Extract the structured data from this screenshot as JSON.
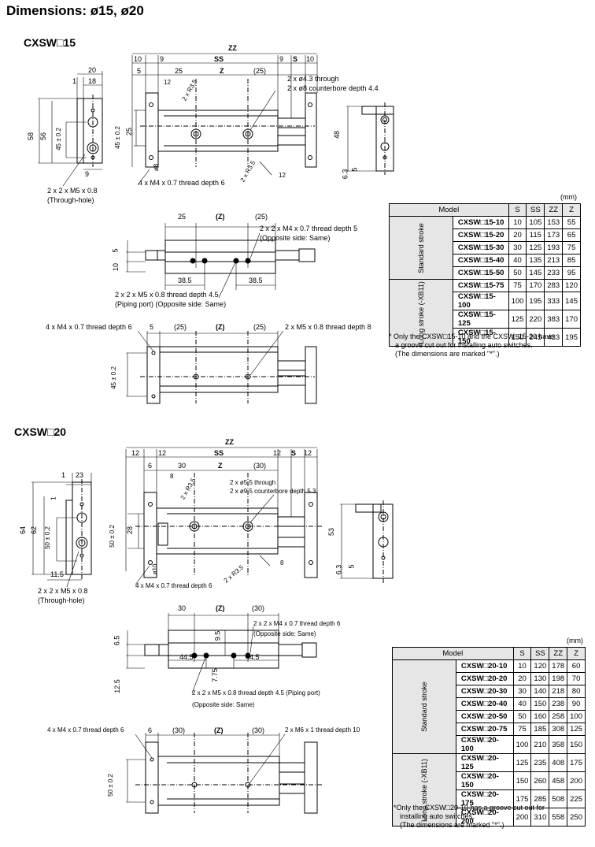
{
  "title": "Dimensions: ø15, ø20",
  "s15": {
    "heading": "CXSW□15",
    "top_labels": {
      "zz": "ZZ",
      "ss": "SS",
      "z": "Z",
      "s": "S",
      "d10a": "10",
      "d9a": "9",
      "d9b": "9",
      "d10b": "10",
      "d5": "5",
      "d25": "25",
      "d25p": "(25)",
      "d12a": "12",
      "d12b": "12",
      "d20": "20",
      "d1": "1",
      "d18": "18"
    },
    "side_labels": {
      "d58": "58",
      "d56": "56",
      "d45": "45 ± 0.2",
      "d45b": "45 ± 0.2",
      "d25v": "25",
      "d9": "9",
      "d48": "48",
      "d63": "6.3",
      "d5": "5",
      "d8": "ø8",
      "r35a": "2 x R3.5",
      "r35b": "2 x R3.5"
    },
    "callouts": {
      "through_hole": "2 x ø4.3 through",
      "counterbore": "2 x ø8 counterbore depth 4.4",
      "m4": "4 x M4 x 0.7 thread depth 6",
      "m5": "2 x 2 x M5 x 0.8",
      "m5b": "(Through-hole)",
      "mid_m4": "2 x 2 x M4 x 0.7 thread depth 5",
      "mid_m4b": "(Opposite side: Same)",
      "mid_m5": "2 x 2 x M5 x 0.8 thread depth 4.5",
      "mid_m5b": "(Piping port) (Opposite side: Same)",
      "bot_m4": "4 x M4 x 0.7 thread depth 6",
      "bot_m5": "2 x M5 x 0.8 thread depth 8"
    },
    "mid_labels": {
      "d25": "25",
      "z": "(Z)",
      "d25p": "(25)",
      "d5": "5",
      "d10": "10",
      "d385a": "38.5",
      "d385b": "38.5"
    },
    "bot_labels": {
      "d5": "5",
      "d25p": "(25)",
      "z": "(Z)",
      "d25pb": "(25)",
      "d45": "45 ± 0.2"
    },
    "unit": "(mm)",
    "table": {
      "headers": [
        "Model",
        "S",
        "SS",
        "ZZ",
        "Z"
      ],
      "group_standard": "Standard stroke",
      "group_long": "Long stroke (-XB11)",
      "standard_rows": [
        [
          "CXSW□15-10",
          "10",
          "105",
          "153",
          "55"
        ],
        [
          "CXSW□15-20",
          "20",
          "115",
          "173",
          "65"
        ],
        [
          "CXSW□15-30",
          "30",
          "125",
          "193",
          "75"
        ],
        [
          "CXSW□15-40",
          "40",
          "135",
          "213",
          "85"
        ],
        [
          "CXSW□15-50",
          "50",
          "145",
          "233",
          "95"
        ]
      ],
      "long_rows": [
        [
          "CXSW□15-75",
          "75",
          "170",
          "283",
          "120"
        ],
        [
          "CXSW□15-100",
          "100",
          "195",
          "333",
          "145"
        ],
        [
          "CXSW□15-125",
          "125",
          "220",
          "383",
          "170"
        ],
        [
          "CXSW□15-150",
          "150",
          "245",
          "433",
          "195"
        ]
      ]
    },
    "note": [
      "* Only the CXSW□15-10 and the CXSW□15-20 have",
      "a groove cut out for installing auto switches.",
      "(The dimensions are marked \"*\".)"
    ]
  },
  "s20": {
    "heading": "CXSW□20",
    "top_labels": {
      "zz": "ZZ",
      "ss": "SS",
      "z": "Z",
      "s": "S",
      "d12a": "12",
      "d12b": "12",
      "d12c": "12",
      "d12d": "12",
      "d6": "6",
      "d30": "30",
      "d30p": "(30)",
      "d8a": "8",
      "d8b": "8",
      "d1": "1",
      "d23": "23"
    },
    "side_labels": {
      "d64": "64",
      "d62": "62",
      "d50": "50 ± 0.2",
      "d50b": "50 ± 0.2",
      "d28": "28",
      "d115": "11.5",
      "d53": "53",
      "d63": "6.3",
      "d5": "5",
      "d10": "ø10",
      "r35a": "2 x R3.5",
      "r35b": "2 x R3.5",
      "d1v": "1"
    },
    "callouts": {
      "through_hole": "2 x ø5.5 through",
      "counterbore": "2 x ø9.5 counterbore depth 5.3",
      "m4": "4 x M4 x 0.7 thread depth 6",
      "m5": "2 x 2 x M5 x 0.8",
      "m5b": "(Through-hole)",
      "mid_m4": "2 x 2 x M4 x 0.7 thread depth 6",
      "mid_m4b": "(Opposite side: Same)",
      "mid_m5": "2 x 2 x M5 x 0.8 thread depth 4.5 (Piping port)",
      "mid_m5b": "(Opposite side: Same)",
      "bot_m4": "4 x M4 x 0.7 thread depth 6",
      "bot_m6": "2 x M6 x 1 thread depth 10"
    },
    "mid_labels": {
      "d30": "30",
      "z": "(Z)",
      "d30p": "(30)",
      "d65": "6.5",
      "d125": "12.5",
      "d95": "9.5",
      "d775": "7.75",
      "d445a": "44.5",
      "d445b": "44.5"
    },
    "bot_labels": {
      "d6": "6",
      "d30p": "(30)",
      "z": "(Z)",
      "d30pb": "(30)",
      "d50": "50 ± 0.2"
    },
    "unit": "(mm)",
    "table": {
      "headers": [
        "Model",
        "S",
        "SS",
        "ZZ",
        "Z"
      ],
      "group_standard": "Standard stroke",
      "group_long": "Long stroke (-XB11)",
      "standard_rows": [
        [
          "CXSW□20-10",
          "10",
          "120",
          "178",
          "60"
        ],
        [
          "CXSW□20-20",
          "20",
          "130",
          "198",
          "70"
        ],
        [
          "CXSW□20-30",
          "30",
          "140",
          "218",
          "80"
        ],
        [
          "CXSW□20-40",
          "40",
          "150",
          "238",
          "90"
        ],
        [
          "CXSW□20-50",
          "50",
          "160",
          "258",
          "100"
        ],
        [
          "CXSW□20-75",
          "75",
          "185",
          "308",
          "125"
        ],
        [
          "CXSW□20-100",
          "100",
          "210",
          "358",
          "150"
        ]
      ],
      "long_rows": [
        [
          "CXSW□20-125",
          "125",
          "235",
          "408",
          "175"
        ],
        [
          "CXSW□20-150",
          "150",
          "260",
          "458",
          "200"
        ],
        [
          "CXSW□20-175",
          "175",
          "285",
          "508",
          "225"
        ],
        [
          "CXSW□20-200",
          "200",
          "310",
          "558",
          "250"
        ]
      ]
    },
    "note": [
      "*Only the CXSW□20-10 has a groove cut out for",
      "installing auto switches.",
      "(The dimensions are marked \"*\".)"
    ]
  }
}
